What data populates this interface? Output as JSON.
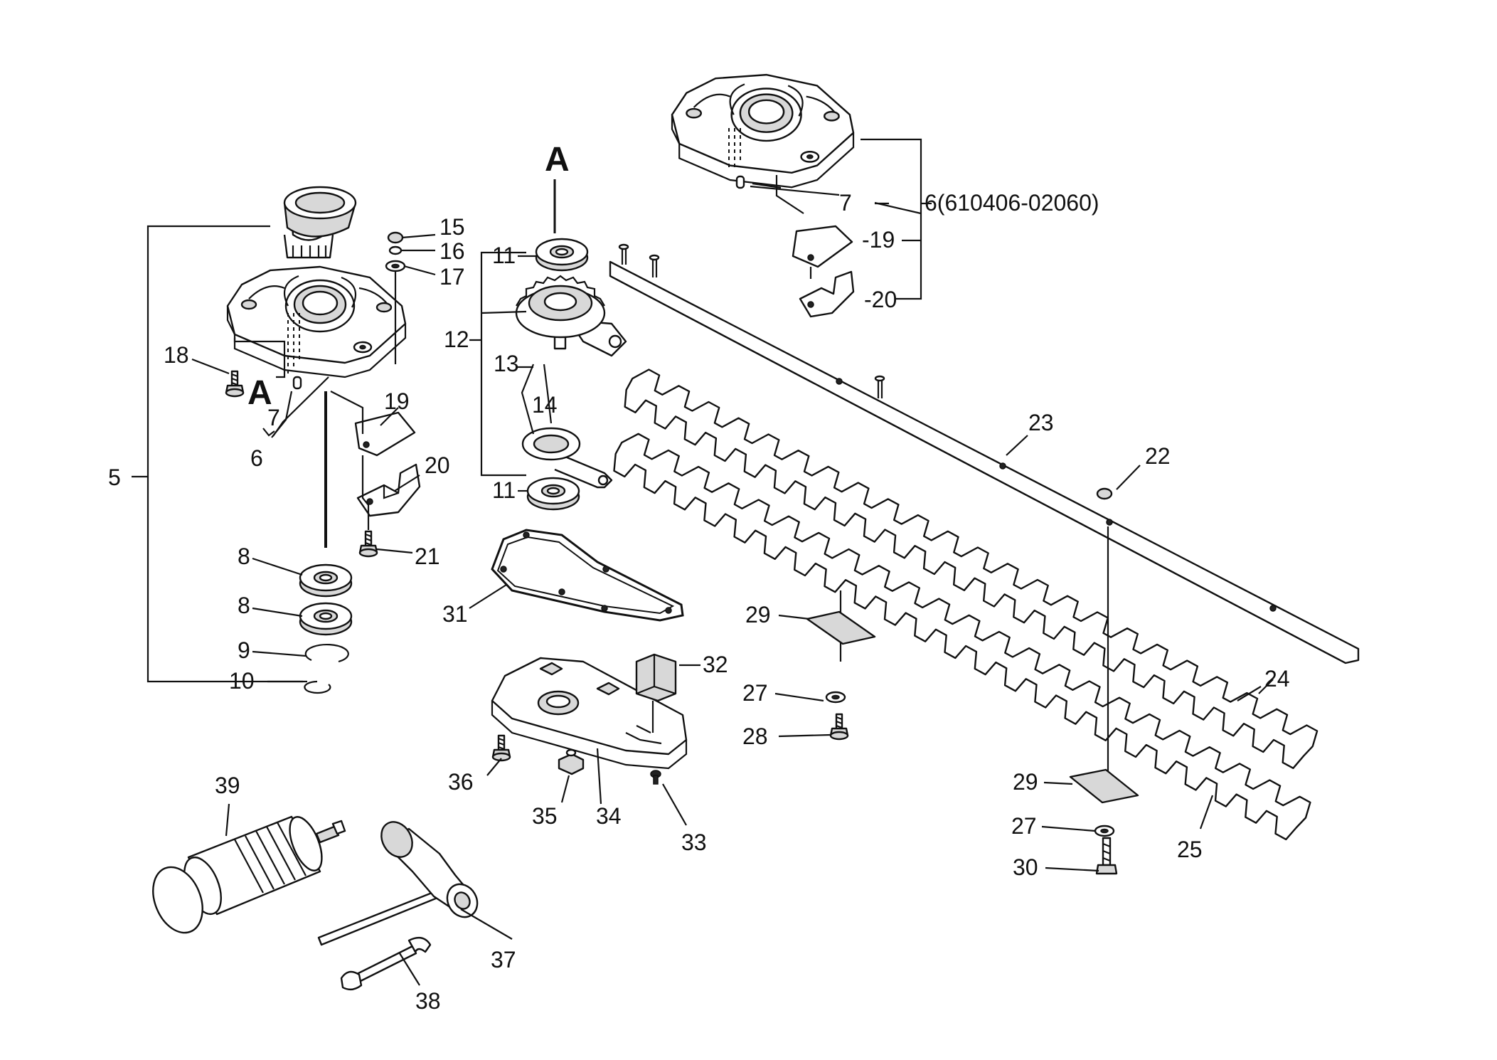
{
  "section_letter": "A",
  "callouts": {
    "c5": "5",
    "c6": "6",
    "c6_full": "6(610406-02060)",
    "c7": "7",
    "c7b": "7",
    "c8a": "8",
    "c8b": "8",
    "c9": "9",
    "c10": "10",
    "c11a": "11",
    "c11b": "11",
    "c12": "12",
    "c13": "13",
    "c14": "14",
    "c15": "15",
    "c16": "16",
    "c17": "17",
    "c18": "18",
    "c19a": "19",
    "c19b": "-19",
    "c20a": "20",
    "c20b": "-20",
    "c21": "21",
    "c22": "22",
    "c23": "23",
    "c24": "24",
    "c25": "25",
    "c27a": "27",
    "c27b": "27",
    "c28": "28",
    "c29a": "29",
    "c29b": "29",
    "c30": "30",
    "c31": "31",
    "c32": "32",
    "c33": "33",
    "c34": "34",
    "c35": "35",
    "c36": "36",
    "c37": "37",
    "c38": "38",
    "c39": "39"
  }
}
